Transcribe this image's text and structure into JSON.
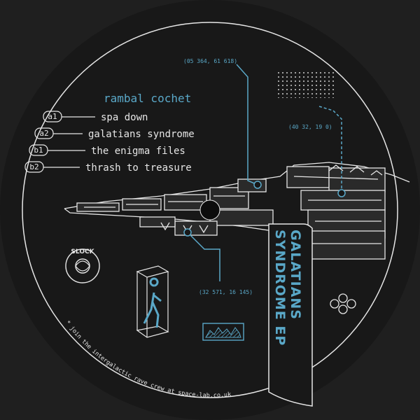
{
  "artist": "rambal cochet",
  "tracks": [
    {
      "side": "a1",
      "title": "spa down"
    },
    {
      "side": "a2",
      "title": "galatians syndrome"
    },
    {
      "side": "b1",
      "title": "the enigma files"
    },
    {
      "side": "b2",
      "title": "thrash to treasure"
    }
  ],
  "coordinates": {
    "top": "(05 364, 61 618)",
    "right": "(40 32, 19 0)",
    "bottom": "(32 571, 16 145)"
  },
  "release_title_line1": "GALATIANS",
  "release_title_line2": "SYNDROME EP",
  "label_logo_text": "SLOCK",
  "footer_text": "* join the intergalactic rave crew at space-lab.co.uk",
  "colors": {
    "background": "#1f1f1f",
    "disc": "#181818",
    "accent": "#5aa8c8",
    "ink": "#e6e6e6",
    "dim": "#9a9a9a"
  }
}
